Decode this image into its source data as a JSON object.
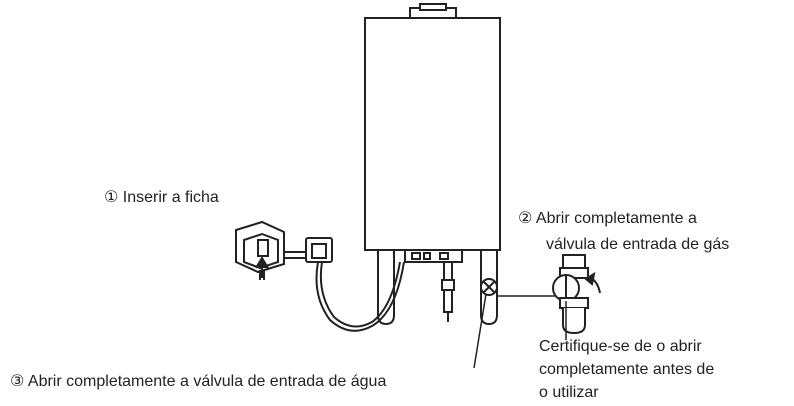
{
  "labels": {
    "step1": "① Inserir a ficha",
    "step2_line1": "② Abrir completamente a",
    "step2_line2": "válvula de entrada de gás",
    "step3": "③ Abrir completamente a válvula de entrada de água",
    "note_line1": "Certifique-se de o abrir",
    "note_line2": "completamente antes de",
    "note_line3": "o utilizar"
  },
  "icons": {
    "heater": "water-heater-icon",
    "socket": "wall-socket-icon",
    "plug": "plug-icon",
    "gas_valve": "gas-valve-icon",
    "water_valve": "water-valve-icon",
    "rotate": "rotate-arrow-icon"
  },
  "colors": {
    "line": "#222222",
    "background": "#ffffff"
  }
}
